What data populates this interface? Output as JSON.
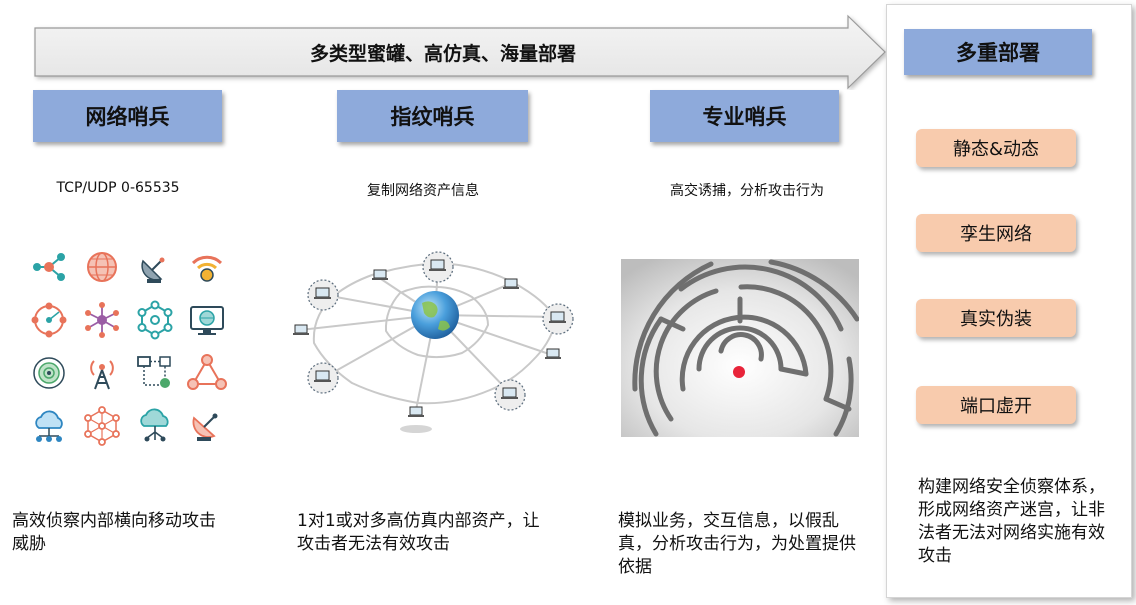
{
  "banner": {
    "title": "多类型蜜罐、高仿真、海量部署"
  },
  "columns": [
    {
      "header": "网络哨兵",
      "subtitle": "TCP/UDP 0-65535",
      "description": "高效侦察内部横向移动攻击威胁"
    },
    {
      "header": "指纹哨兵",
      "subtitle": "复制网络资产信息",
      "description": "1对1或对多高仿真内部资产，让攻击者无法有效攻击"
    },
    {
      "header": "专业哨兵",
      "subtitle": "高交诱捕，分析攻击行为",
      "description": "模拟业务，交互信息，以假乱真，分析攻击行为，为处置提供依据"
    }
  ],
  "right_panel": {
    "header": "多重部署",
    "items": [
      "静态&动态",
      "孪生网络",
      "真实伪装",
      "端口虚开"
    ],
    "description": "构建网络安全侦察体系，形成网络资产迷宫，让非法者无法对网络实施有效攻击"
  },
  "icons": [
    "network-nodes-icon",
    "globe-icon",
    "satellite-dish-icon",
    "wifi-signal-icon",
    "circle-network-icon",
    "hub-network-icon",
    "hexagon-network-icon",
    "monitor-globe-icon",
    "radar-icon",
    "radio-tower-icon",
    "flow-diagram-icon",
    "triangle-network-icon",
    "cloud-network-icon",
    "mesh-network-icon",
    "cloud-tree-icon",
    "satellite-dish-small-icon"
  ],
  "colors": {
    "header_blue": "#8EAADB",
    "pill_orange": "#F8CBAD",
    "icon_teal": "#2BA3A6",
    "icon_coral": "#E8735A",
    "icon_gold": "#F2B233",
    "maze_dot": "#E8243A"
  }
}
